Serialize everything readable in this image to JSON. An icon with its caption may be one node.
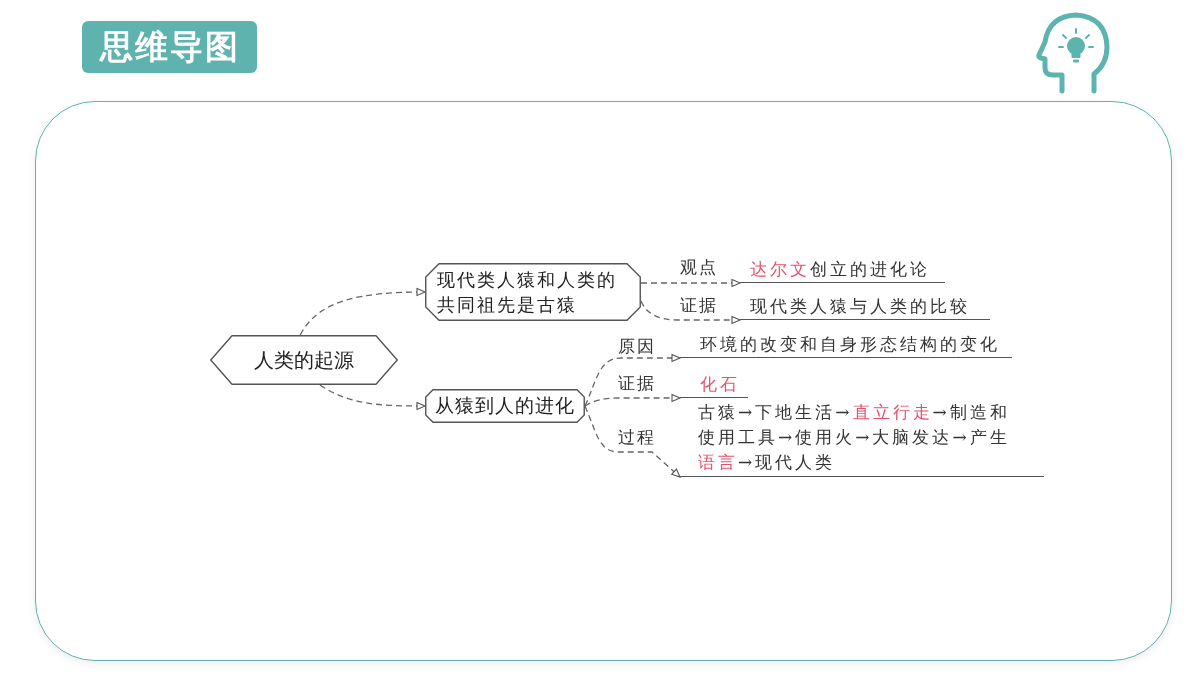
{
  "diagram": {
    "title": "思维导图",
    "nodes": [
      {
        "text": [
          "人类的起源"
        ]
      },
      {
        "text": [
          "现代类人猿和人类的共同祖先是古猿"
        ]
      },
      {
        "text": [
          "从猿到人的进化"
        ]
      },
      {
        "text": [
          "**达尔文**创立的进化论"
        ]
      },
      {
        "text": [
          "现代类人猿与人类的比较"
        ]
      },
      {
        "text": [
          "环境的改变和自身形态结构的变化"
        ]
      },
      {
        "text": [
          "化石"
        ]
      },
      {
        "text": [
          "古猿→下地生活→**直立行走**→制造和使用工具→使用火→大脑发达→产生**语言**→现代人类"
        ]
      }
    ],
    "edges": [
      {
        "from": 0,
        "to": 1,
        "arrow": "to",
        "style": "dashed"
      },
      {
        "from": 0,
        "to": 2,
        "arrow": "to",
        "style": "dashed"
      },
      {
        "from": 1,
        "to": 3,
        "arrow": "to",
        "style": "dashed",
        "label": "观点"
      },
      {
        "from": 1,
        "to": 4,
        "arrow": "to",
        "style": "dashed",
        "label": "证据"
      },
      {
        "from": 2,
        "to": 5,
        "arrow": "to",
        "style": "dashed",
        "label": "原因"
      },
      {
        "from": 2,
        "to": 6,
        "arrow": "to",
        "style": "dashed",
        "label": "证据"
      },
      {
        "from": 2,
        "to": 7,
        "arrow": "to",
        "style": "dashed",
        "label": "过程"
      }
    ]
  }
}
